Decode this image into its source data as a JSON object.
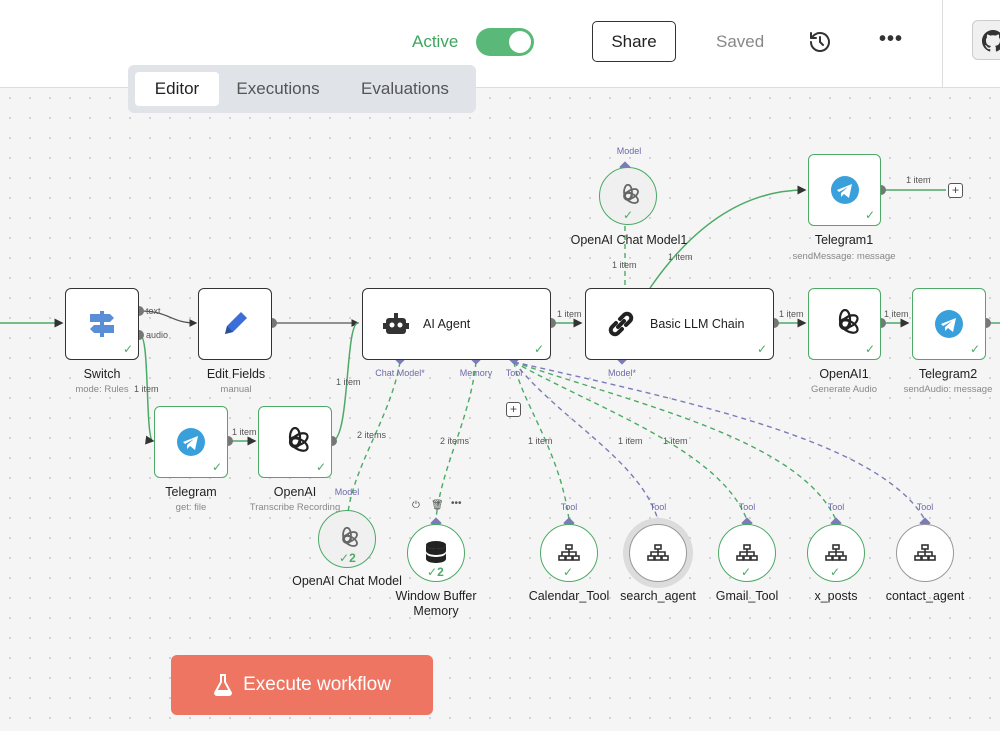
{
  "header": {
    "active_label": "Active",
    "share_label": "Share",
    "saved_label": "Saved"
  },
  "tabs": [
    "Editor",
    "Executions",
    "Evaluations"
  ],
  "nodes": {
    "switch": {
      "title": "Switch",
      "sub": "mode: Rules",
      "out1": "text",
      "out2": "audio"
    },
    "edit_fields": {
      "title": "Edit Fields",
      "sub": "manual"
    },
    "ai_agent": {
      "title": "AI Agent",
      "port_chat": "Chat Model*",
      "port_memory": "Memory",
      "port_tool": "Tool"
    },
    "llm_chain": {
      "title": "Basic LLM Chain",
      "port_model": "Model*"
    },
    "openai1": {
      "title": "OpenAI1",
      "sub": "Generate Audio"
    },
    "telegram2": {
      "title": "Telegram2",
      "sub": "sendAudio: message"
    },
    "telegram1": {
      "title": "Telegram1",
      "sub": "sendMessage: message"
    },
    "openai_chat1": {
      "title": "OpenAI Chat Model1",
      "port": "Model"
    },
    "telegram": {
      "title": "Telegram",
      "sub": "get: file"
    },
    "openai": {
      "title": "OpenAI",
      "sub": "Transcribe Recording"
    },
    "openai_chat": {
      "title": "OpenAI Chat Model",
      "port": "Model",
      "count": "2"
    },
    "memory": {
      "title": "Window Buffer Memory",
      "count": "2"
    },
    "tools": [
      {
        "title": "Calendar_Tool",
        "port": "Tool"
      },
      {
        "title": "search_agent",
        "port": "Tool"
      },
      {
        "title": "Gmail_Tool",
        "port": "Tool"
      },
      {
        "title": "x_posts",
        "port": "Tool"
      },
      {
        "title": "contact_agent",
        "port": "Tool"
      }
    ]
  },
  "edge_labels": {
    "one_item": "1 item",
    "two_items": "2 items"
  },
  "execute_label": "Execute workflow",
  "colors": {
    "accent": "#ef7563",
    "active": "#5ab978",
    "tool_port": "#7b7bb8"
  }
}
